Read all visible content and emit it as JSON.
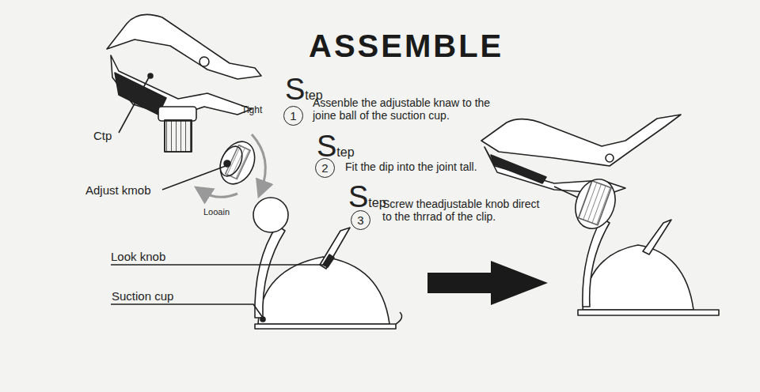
{
  "diagram": {
    "title": "ASSEMBLE",
    "nodes": [
      {
        "text": [
          "1"
        ]
      },
      {
        "text": [
          "2"
        ]
      },
      {
        "text": [
          "3"
        ]
      }
    ],
    "labels": [
      "Tight",
      "Ctp",
      "Adjust kmob",
      "Looain",
      "Look knob",
      "Suction cup",
      "Step",
      "Assenble the adjustable knaw to the joine ball of the suction cup.",
      "Step",
      "Fit the dip into the joint tall.",
      "Step",
      "Screw theadjustable knob direct to the thrrad of the clip."
    ]
  }
}
